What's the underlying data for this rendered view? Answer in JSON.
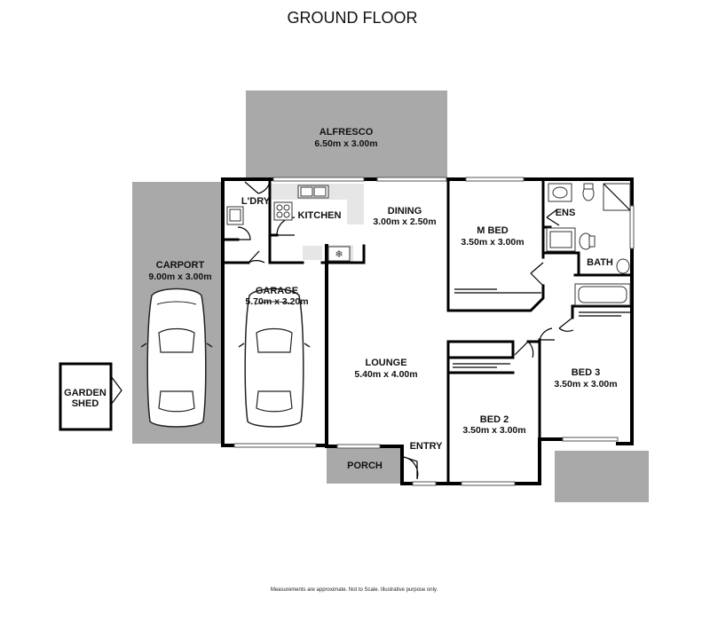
{
  "title": "GROUND FLOOR",
  "rooms": {
    "alfresco": {
      "name": "ALFRESCO",
      "dims": "6.50m  x 3.00m"
    },
    "carport": {
      "name": "CARPORT",
      "dims": "9.00m  x 3.00m"
    },
    "garage": {
      "name": "GARAGE",
      "dims": "5.70m  x 3.20m"
    },
    "laundry": {
      "name": "L'DRY"
    },
    "kitchen": {
      "name": "KITCHEN"
    },
    "dining": {
      "name": "DINING",
      "dims": "3.00m  x 2.50m"
    },
    "mbed": {
      "name": "M BED",
      "dims": "3.50m  x 3.00m"
    },
    "ens": {
      "name": "ENS"
    },
    "bath": {
      "name": "BATH"
    },
    "lounge": {
      "name": "LOUNGE",
      "dims": "5.40m  x 4.00m"
    },
    "bed2": {
      "name": "BED 2",
      "dims": "3.50m  x 3.00m"
    },
    "bed3": {
      "name": "BED 3",
      "dims": "3.50m  x 3.00m"
    },
    "entry": {
      "name": "ENTRY"
    },
    "porch": {
      "name": "PORCH"
    },
    "shed": {
      "line1": "GARDEN",
      "line2": "SHED"
    }
  },
  "disclaimer": "Measurements are approximate.  Not to Scale.  Illustrative purpose only."
}
